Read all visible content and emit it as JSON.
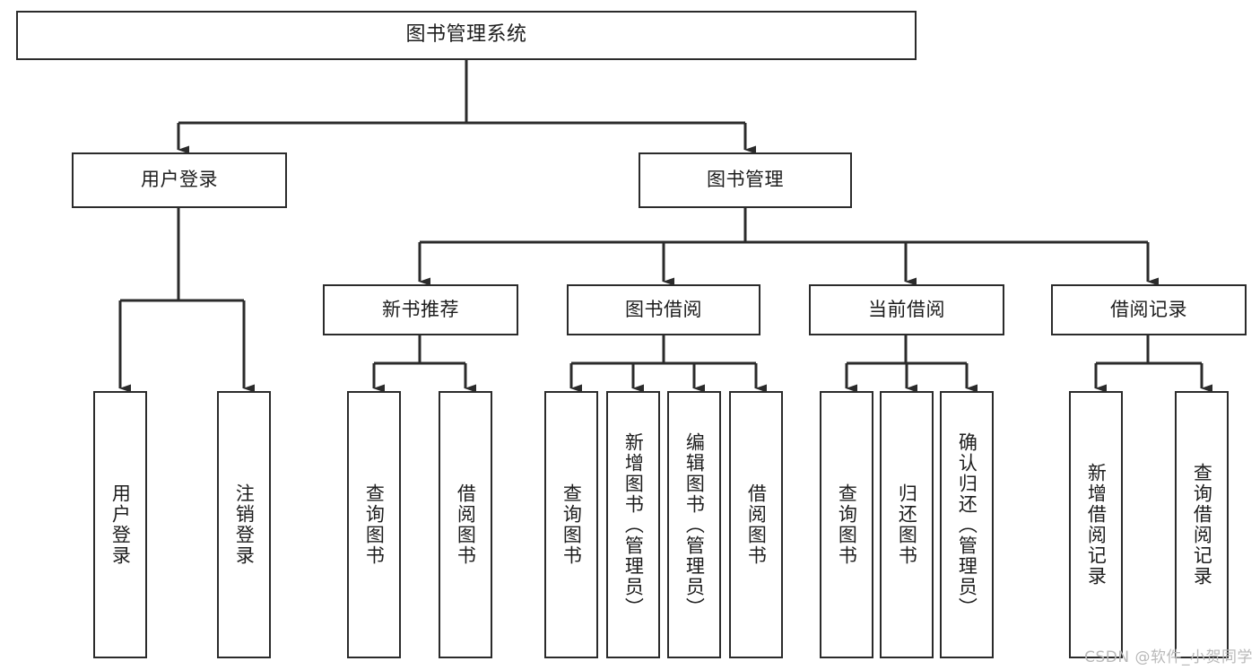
{
  "diagram": {
    "title": "图书管理系统",
    "type": "tree",
    "colors": {
      "box_border": "#2b2b2b",
      "box_fill": "#ffffff",
      "edge": "#2b2b2b",
      "text": "#1d1d1d",
      "watermark": "#b9b9b9",
      "background": "#ffffff"
    },
    "watermark": "CSDN @软件_小贺同学"
  },
  "nodes": {
    "root": {
      "label": "图书管理系统"
    },
    "level2": [
      {
        "label": "用户登录"
      },
      {
        "label": "图书管理"
      }
    ],
    "level3": [
      {
        "label": "新书推荐"
      },
      {
        "label": "图书借阅"
      },
      {
        "label": "当前借阅"
      },
      {
        "label": "借阅记录"
      }
    ],
    "leaves": {
      "user_login": [
        {
          "label": "用户登录"
        },
        {
          "label": "注销登录"
        }
      ],
      "new_book_recommend": [
        {
          "label": "查询图书"
        },
        {
          "label": "借阅图书"
        }
      ],
      "book_borrow": [
        {
          "label": "查询图书"
        },
        {
          "label": "新增图书（管理员）"
        },
        {
          "label": "编辑图书（管理员）"
        },
        {
          "label": "借阅图书"
        }
      ],
      "current_borrow": [
        {
          "label": "查询图书"
        },
        {
          "label": "归还图书"
        },
        {
          "label": "确认归还（管理员）"
        }
      ],
      "borrow_record": [
        {
          "label": "新增借阅记录"
        },
        {
          "label": "查询借阅记录"
        }
      ]
    }
  },
  "chart_data": {
    "type": "table",
    "title": "图书管理系统 功能结构图",
    "hierarchy": [
      {
        "name": "图书管理系统",
        "children": [
          {
            "name": "用户登录",
            "children": [
              {
                "name": "用户登录"
              },
              {
                "name": "注销登录"
              }
            ]
          },
          {
            "name": "图书管理",
            "children": [
              {
                "name": "新书推荐",
                "children": [
                  {
                    "name": "查询图书"
                  },
                  {
                    "name": "借阅图书"
                  }
                ]
              },
              {
                "name": "图书借阅",
                "children": [
                  {
                    "name": "查询图书"
                  },
                  {
                    "name": "新增图书（管理员）"
                  },
                  {
                    "name": "编辑图书（管理员）"
                  },
                  {
                    "name": "借阅图书"
                  }
                ]
              },
              {
                "name": "当前借阅",
                "children": [
                  {
                    "name": "查询图书"
                  },
                  {
                    "name": "归还图书"
                  },
                  {
                    "name": "确认归还（管理员）"
                  }
                ]
              },
              {
                "name": "借阅记录",
                "children": [
                  {
                    "name": "新增借阅记录"
                  },
                  {
                    "name": "查询借阅记录"
                  }
                ]
              }
            ]
          }
        ]
      }
    ]
  }
}
